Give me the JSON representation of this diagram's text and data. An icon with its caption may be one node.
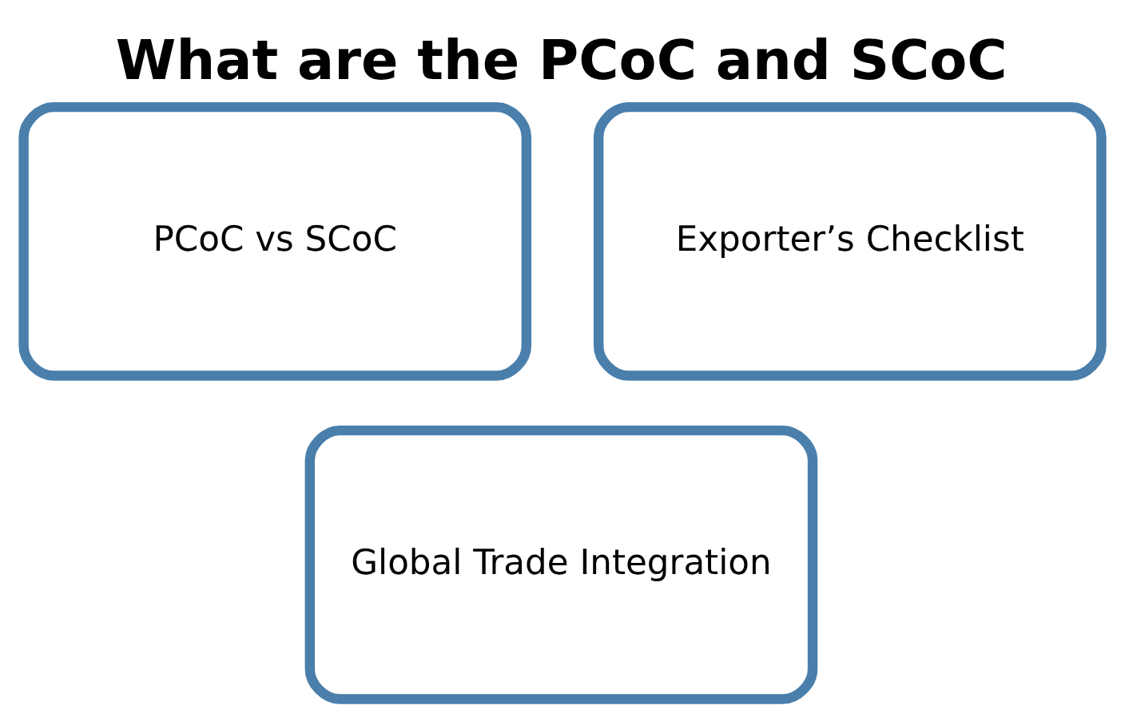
{
  "diagram": {
    "title": "What are the PCoC and SCoC",
    "nodes": [
      {
        "text": [
          "PCoC vs SCoC"
        ]
      },
      {
        "text": [
          "Exporter’s Checklist"
        ]
      },
      {
        "text": [
          "Global Trade Integration"
        ]
      }
    ]
  }
}
